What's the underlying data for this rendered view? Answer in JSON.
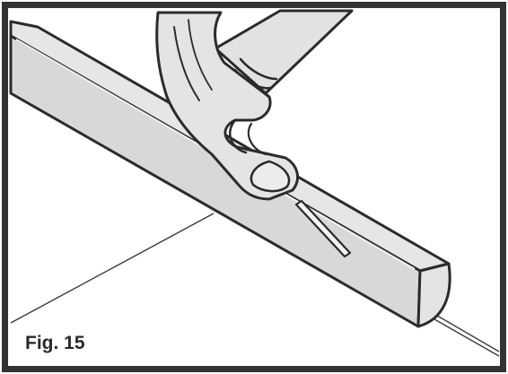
{
  "figure": {
    "caption": "Fig. 15",
    "colors": {
      "frame": "#333333",
      "outline": "#2b2b2b",
      "molding_face": "#d9d9d9",
      "molding_top": "#e6e6e6",
      "hammer": "#e3e3e3",
      "background": "#ffffff"
    },
    "parts": {
      "frame": "frame-border",
      "molding": "quarter-round-molding",
      "hammer": "hammer-icon",
      "nail": "nail-icon",
      "floor": "floor-line"
    }
  }
}
